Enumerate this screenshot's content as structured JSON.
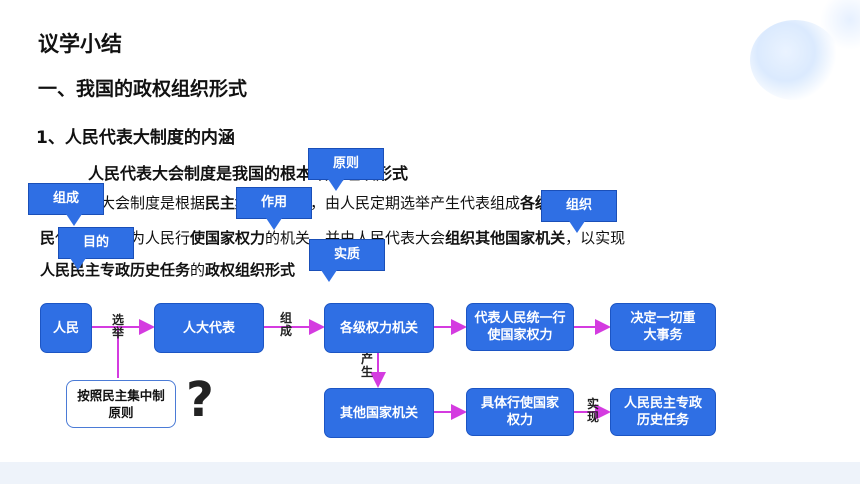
{
  "heading": "议学小结",
  "section": "一、我国的政权组织形式",
  "subsection": "1、人民代表大制度的内涵",
  "subtitle": "人民代表大会制度是我国的根本政权组织形式",
  "paragraph": {
    "line1": [
      "人民代表大会制度是根据",
      "民主集中制",
      "原则，由人民定期选举产生代表组成",
      "各级人"
    ],
    "line2": [
      "民",
      "代表大会作为人民行",
      "使国家权力",
      "的机关，并由人民代表大会",
      "组织其他国家机关",
      "，以实现"
    ],
    "line3": [
      "人民民主专政历史任务",
      "的",
      "政权组织形式"
    ]
  },
  "callouts": {
    "yuanze": "原则",
    "zucheng": "组成",
    "zuoyong": "作用",
    "zuzhi": "组织",
    "mudi": "目的",
    "shizhi": "实质"
  },
  "flow": {
    "renmin": "人民",
    "renda": "人大代表",
    "quanli": "各级权力机关",
    "daibiao": "代表人民统一行使国家权力",
    "jueding": "决定一切重大事务",
    "qita": "其他国家机关",
    "juti": "具体行使国家权力",
    "shixian_goal": "人民民主专政历史任务",
    "principle": "按照民主集中制原则",
    "edge_xuanju": "选举",
    "edge_zucheng": "组成",
    "edge_chansheng": "产生",
    "edge_shixian": "实现",
    "question": "?"
  },
  "colors": {
    "accent": "#2f6fe4",
    "arrow": "#d43be0"
  }
}
